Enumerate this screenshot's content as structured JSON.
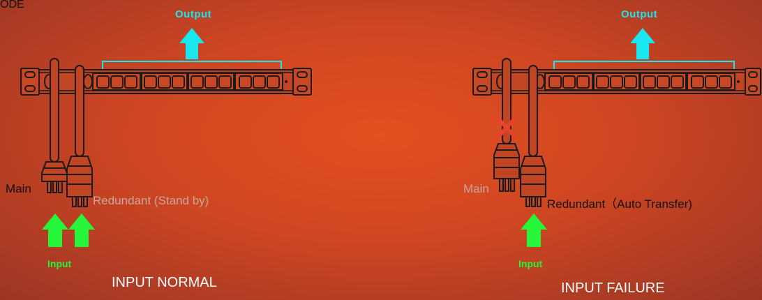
{
  "header": {
    "mode_label": "ODE"
  },
  "panels": [
    {
      "id": "normal",
      "status": "INPUT NORMAL",
      "output_label": "Output",
      "input_label": "Input",
      "main_label": "Main",
      "redundant_label": "Redundant (Stand by)"
    },
    {
      "id": "failure",
      "status": "INPUT FAILURE",
      "output_label": "Output",
      "input_label": "Input",
      "main_label": "Main",
      "redundant_label": "Redundant（Auto Transfer)"
    }
  ],
  "colors": {
    "background": "#d2471f",
    "output_arrow": "#19e6ef",
    "input_arrow": "#27f53a",
    "failure_mark": "#e8412c",
    "cable": "#b94a2a"
  },
  "icons": [
    "output-arrow-icon",
    "input-arrow-icon",
    "power-plug-icon",
    "failure-x-icon",
    "pdu-strip-icon"
  ]
}
